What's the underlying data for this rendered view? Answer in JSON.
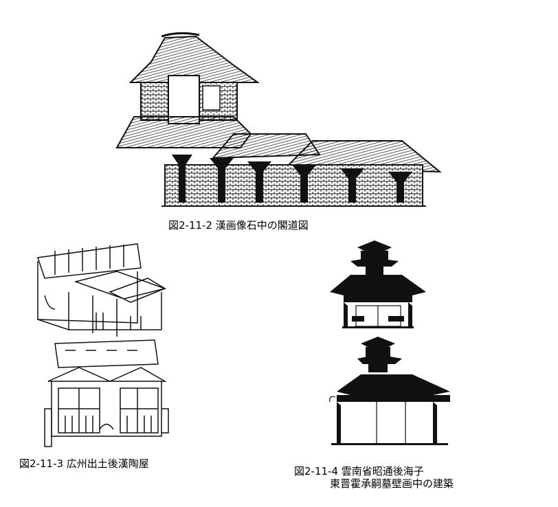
{
  "figures": [
    {
      "id": "fig-2-11-2",
      "caption": "図2-11-2  漢画像石中の閣道図"
    },
    {
      "id": "fig-2-11-3",
      "caption": "図2-11-3  広州出土後漢陶屋"
    },
    {
      "id": "fig-2-11-4",
      "caption_line1": "図2-11-4  雲南省昭通後海子",
      "caption_line2": "東晋霍承嗣墓壁画中の建築"
    }
  ],
  "colors": {
    "ink": "#111111",
    "paper": "#ffffff"
  }
}
